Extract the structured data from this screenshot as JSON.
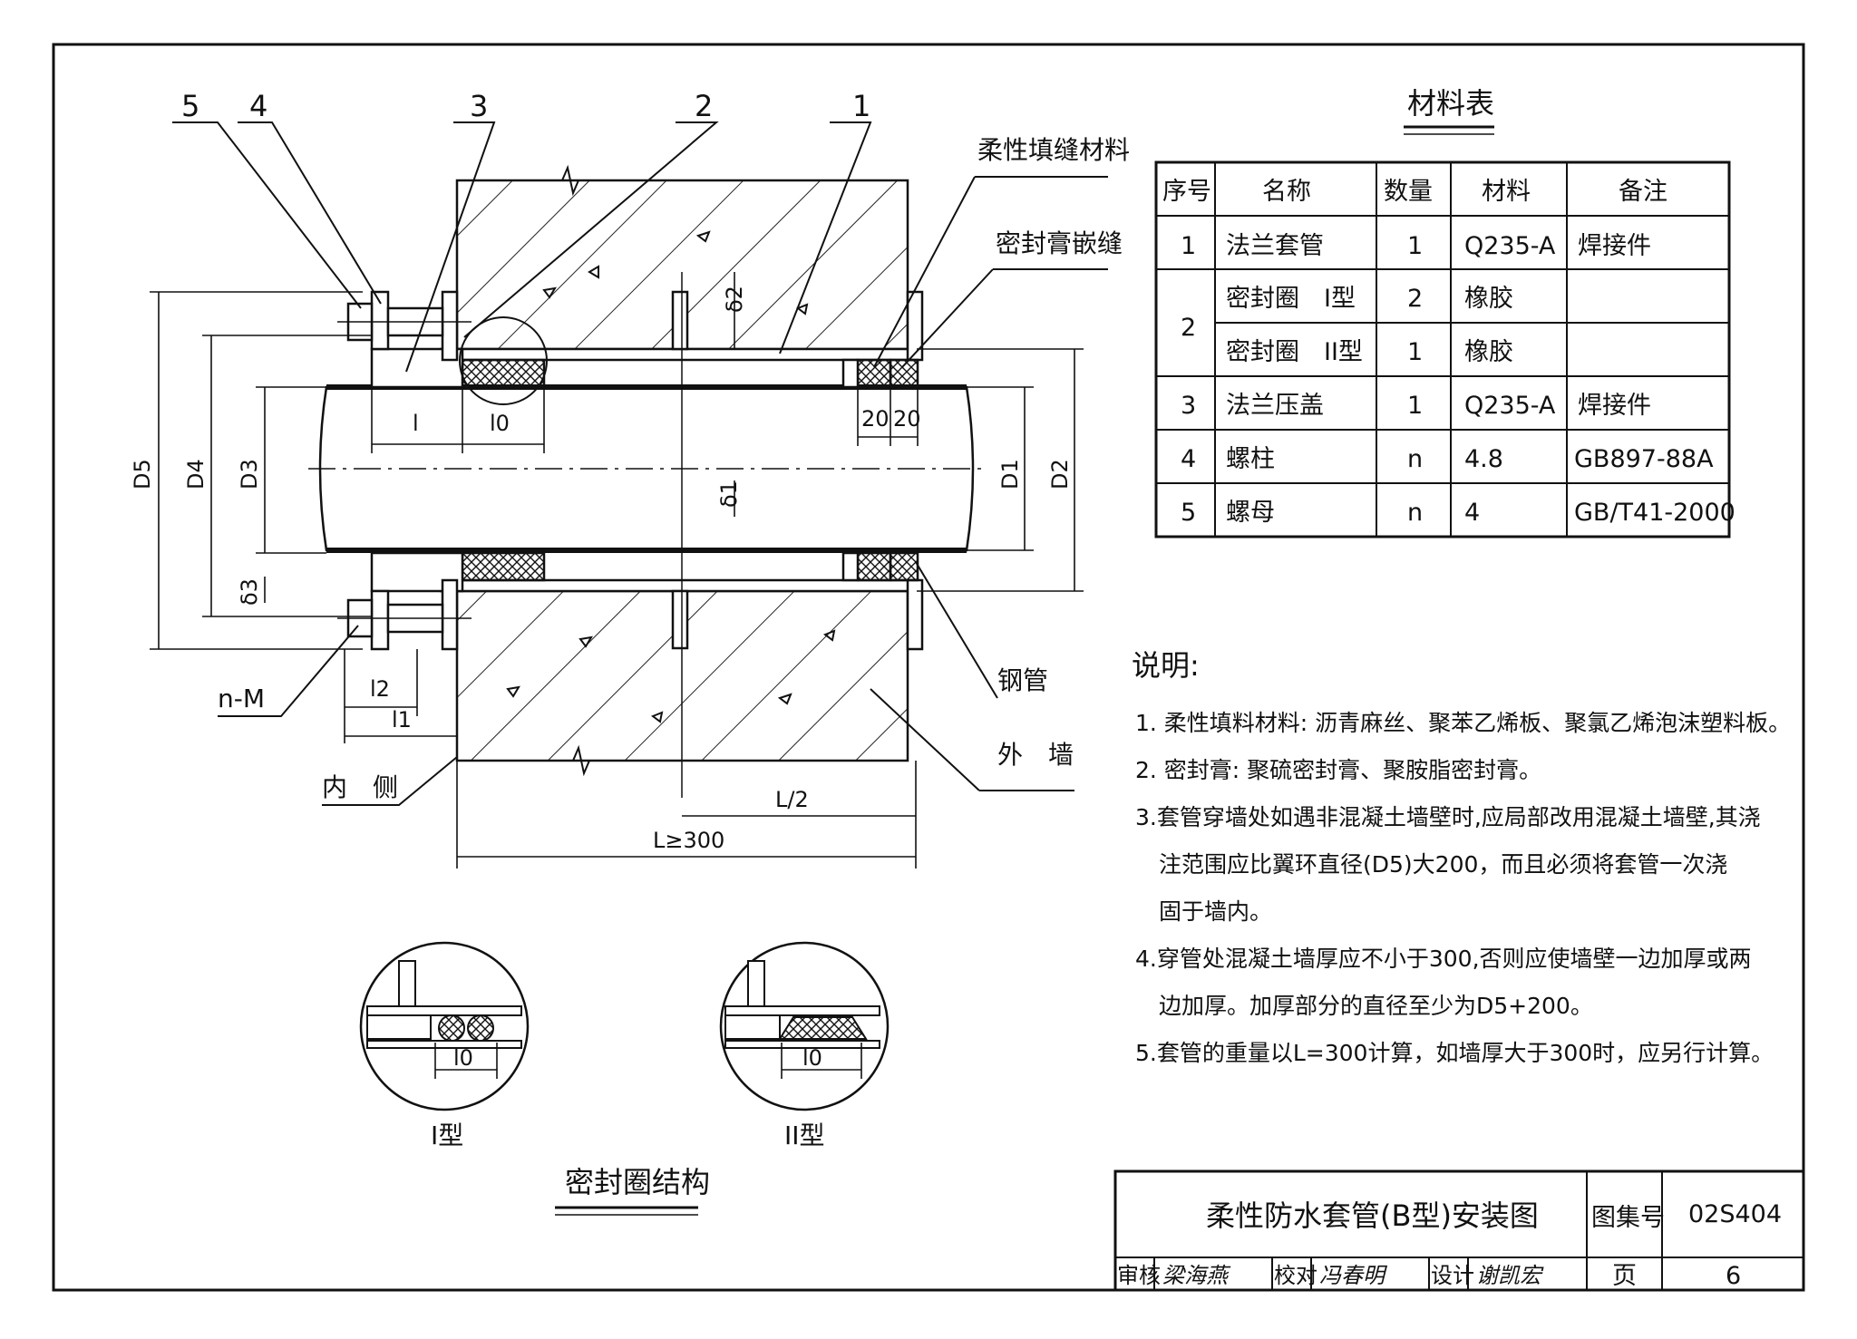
{
  "drawing": {
    "part_numbers": [
      "5",
      "4",
      "3",
      "2",
      "1"
    ],
    "callouts": {
      "flexible_filler": "柔性填缝材料",
      "sealant_joint": "密封膏嵌缝",
      "steel_pipe": "钢管",
      "outer_wall": "外　墙",
      "inner_side": "内　侧",
      "bolt": "n-M"
    },
    "dimensions": {
      "D5": "D5",
      "D4": "D4",
      "D3": "D3",
      "D1": "D1",
      "D2": "D2",
      "delta1": "δ1",
      "delta2": "δ2",
      "delta3": "δ3",
      "l": "l",
      "l0": "l0",
      "l1": "l1",
      "l2": "l2",
      "w20a": "20",
      "w20b": "20",
      "half_L": "L/2",
      "L": "L≥300"
    }
  },
  "seal_detail": {
    "type1_label": "I型",
    "type2_label": "II型",
    "l0a": "l0",
    "l0b": "l0",
    "caption": "密封圈结构"
  },
  "material_table": {
    "title": "材料表",
    "headers": [
      "序号",
      "名称",
      "数量",
      "材料",
      "备注"
    ],
    "rows": [
      {
        "no": "1",
        "name": "法兰套管",
        "qty": "1",
        "mat": "Q235-A",
        "note": "焊接件"
      },
      {
        "no": "2",
        "name": "密封圈　I型",
        "qty": "2",
        "mat": "橡胶",
        "note": ""
      },
      {
        "no": "",
        "name": "密封圈　II型",
        "qty": "1",
        "mat": "橡胶",
        "note": ""
      },
      {
        "no": "3",
        "name": "法兰压盖",
        "qty": "1",
        "mat": "Q235-A",
        "note": "焊接件"
      },
      {
        "no": "4",
        "name": "螺柱",
        "qty": "n",
        "mat": "4.8",
        "note": "GB897-88A"
      },
      {
        "no": "5",
        "name": "螺母",
        "qty": "n",
        "mat": "4",
        "note": "GB/T41-2000"
      }
    ]
  },
  "notes": {
    "heading": "说明:",
    "lines": [
      "1. 柔性填料材料: 沥青麻丝、聚苯乙烯板、聚氯乙烯泡沫塑料板。",
      "2. 密封膏: 聚硫密封膏、聚胺脂密封膏。",
      "3.套管穿墙处如遇非混凝土墙壁时,应局部改用混凝土墙壁,其浇",
      "注范围应比翼环直径(D5)大200，而且必须将套管一次浇",
      "固于墙内。",
      "4.穿管处混凝土墙厚应不小于300,否则应使墙壁一边加厚或两",
      "边加厚。加厚部分的直径至少为D5+200。",
      "5.套管的重量以L=300计算，如墙厚大于300时，应另行计算。"
    ]
  },
  "title_block": {
    "title": "柔性防水套管(B型)安装图",
    "atlas_label": "图集号",
    "atlas_no": "02S404",
    "review_label": "审核",
    "review_sig": "梁海燕",
    "check_label": "校对",
    "check_sig": "冯春明",
    "design_label": "设计",
    "design_sig": "谢凯宏",
    "page_label": "页",
    "page_no": "6"
  }
}
